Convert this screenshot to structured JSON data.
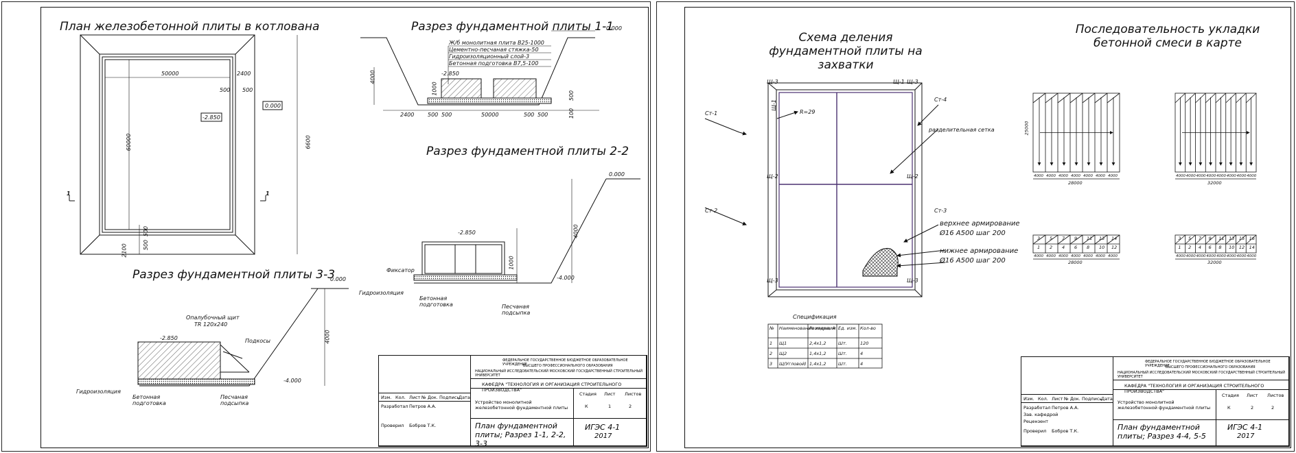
{
  "sheet1": {
    "plan_title": "План железобетонной плиты в котлована",
    "s11_title": "Разрез фундаментной плиты 1-1",
    "s22_title": "Разрез фундаментной плиты 2-2",
    "s33_title": "Разрез фундаментной плиты 3-3",
    "plan_dims": {
      "w": "50000",
      "h": "60000",
      "d2400": "2400",
      "d500a": "500",
      "d500b": "500",
      "d500c": "500",
      "d500d": "500",
      "d2100": "2100",
      "outer": "6600",
      "elev_in": "-2.850",
      "elev_out": "0.000",
      "cut": "1"
    },
    "s11_labels": {
      "elev_top": "0.000",
      "l1": "Ж/б монолитная плита B25-1000",
      "l2": "Цементно-песчаная стяжка-50",
      "l3": "Гидроизоляционный слой-3",
      "l4": "Бетонная подготовка B7,5-100",
      "elev": "-2.850",
      "d4000": "4000",
      "d2400": "2400",
      "d500": "500",
      "d500b": "500",
      "d50000": "50000",
      "d500c": "500",
      "d500d": "500",
      "d1000": "1000",
      "d500e": "500",
      "d100": "100"
    },
    "s22_labels": {
      "elev_top": "0.000",
      "elev": "-2.850",
      "elev_bot": "-4.000",
      "d4000": "4000",
      "d1000": "1000",
      "fix": "Фиксатор",
      "hydro": "Гидроизоляция",
      "concrete": "Бетонная подготовка",
      "sand": "Песчаная подсыпка"
    },
    "s33_labels": {
      "elev_top": "0.000",
      "formwork": "Опалубочный щит",
      "formwork2": "TR 120х240",
      "elev": "-2.850",
      "brace": "Подкосы",
      "elev_bot": "-4.000",
      "d4000": "4000",
      "hydro": "Гидроизоляция",
      "concrete": "Бетонная подготовка",
      "sand": "Песчаная подсыпка"
    },
    "stamp": {
      "org1": "ФЕДЕРАЛЬНОЕ ГОСУДАРСТВЕННОЕ БЮДЖЕТНОЕ ОБРАЗОВАТЕЛЬНОЕ УЧРЕЖДЕНИЕ",
      "org2": "ВЫСШЕГО ПРОФЕССИОНАЛЬНОГО ОБРАЗОВАНИЯ",
      "org3": "НАЦИОНАЛЬНЫЙ ИССЛЕДОВАТЕЛЬСКИЙ МОСКОВСКИЙ ГОСУДАРСТВЕННЫЙ СТРОИТЕЛЬНЫЙ УНИВЕРСИТЕТ",
      "dept": "КАФЕДРА \"ТЕХНОЛОГИЯ И ОРГАНИЗАЦИЯ СТРОИТЕЛЬНОГО ПРОИЗВОДСТВА\"",
      "work": "Устройство монолитной железобетонной фундаментной плиты",
      "sheet_title": "План фундаментной плиты; Разрез 1-1, 2-2, 3-3",
      "code": "ИГЭС 4-1",
      "year": "2017",
      "h_stage": "Стадия",
      "h_sheet": "Лист",
      "h_sheets": "Листов",
      "stage": "К",
      "sheet": "1",
      "sheets": "2",
      "c1": "Изм.",
      "c2": "Кол.",
      "c3": "Лист",
      "c4": "№ Док.",
      "c5": "Подпись",
      "c6": "Дата",
      "dev": "Разработал",
      "dev_name": "Петров А.А.",
      "check": "Проверил",
      "check_name": "Бобров Т.К."
    }
  },
  "sheet2": {
    "scheme_title": "Схема деления фундаментной плиты на захватки",
    "seq_title": "Последовательность укладки бетонной смеси в карте",
    "labels": {
      "sh3_tl": "Щ-3",
      "sh1_tr": "Щ-1",
      "sh3_tr": "Щ-3",
      "sh2_l": "Щ-2",
      "sh2_r": "Щ-2",
      "sh3_bl": "Щ-3",
      "sh3_br": "Щ-3",
      "sh1_lv": "Щ-1",
      "st1": "Ст-1",
      "st2": "Ст-2",
      "st3": "Ст-3",
      "st4": "Ст-4",
      "r29": "R=29",
      "mesh": "разделительная сетка",
      "top_rebar": "верхнее армирование",
      "top_rebar_spec": "Ø16 A500 шаг 200",
      "bot_rebar": "нижнее армирование",
      "bot_rebar_spec": "Ø16 A500 шаг 200"
    },
    "spec_title": "Спецификация",
    "spec_headers": [
      "№",
      "Наименование изделий",
      "Размеры, м",
      "Ед. изм.",
      "Кол-во"
    ],
    "spec_rows": [
      [
        "1",
        "Щ1",
        "2,4х1,2",
        "Шт.",
        "120"
      ],
      [
        "2",
        "Щ2",
        "1,4х1,2",
        "Шт.",
        "4"
      ],
      [
        "3",
        "Щ(Угловой)",
        "1,4х1,2",
        "Шт.",
        "4"
      ]
    ],
    "seq": {
      "d25000": "25000",
      "d28000": "28000",
      "d32000": "32000",
      "d28000b": "28000",
      "d32000b": "32000",
      "bay": "4000",
      "row1_a": [
        "3",
        "5",
        "7",
        "9",
        "11",
        "13",
        "14"
      ],
      "row2_a": [
        "1",
        "2",
        "4",
        "6",
        "8",
        "10",
        "12"
      ],
      "row1_b": [
        "3",
        "5",
        "7",
        "9",
        "11",
        "13",
        "15",
        "16"
      ],
      "row2_b": [
        "1",
        "2",
        "4",
        "6",
        "8",
        "10",
        "12",
        "14"
      ]
    },
    "stamp": {
      "org1": "ФЕДЕРАЛЬНОЕ ГОСУДАРСТВЕННОЕ БЮДЖЕТНОЕ ОБРАЗОВАТЕЛЬНОЕ УЧРЕЖДЕНИЕ",
      "org2": "ВЫСШЕГО ПРОФЕССИОНАЛЬНОГО ОБРАЗОВАНИЯ",
      "org3": "НАЦИОНАЛЬНЫЙ ИССЛЕДОВАТЕЛЬСКИЙ МОСКОВСКИЙ ГОСУДАРСТВЕННЫЙ СТРОИТЕЛЬНЫЙ УНИВЕРСИТЕТ",
      "dept": "КАФЕДРА \"ТЕХНОЛОГИЯ И ОРГАНИЗАЦИЯ СТРОИТЕЛЬНОГО ПРОИЗВОДСТВА\"",
      "work": "Устройство монолитной железобетонной фундаментной плиты",
      "sheet_title": "План фундаментной плиты; Разрез 4-4, 5-5",
      "code": "ИГЭС 4-1",
      "year": "2017",
      "h_stage": "Стадия",
      "h_sheet": "Лист",
      "h_sheets": "Листов",
      "stage": "К",
      "sheet": "2",
      "sheets": "2",
      "c1": "Изм.",
      "c2": "Кол.",
      "c3": "Лист",
      "c4": "№ Док.",
      "c5": "Подпись",
      "c6": "Дата",
      "dev": "Разработал",
      "dev_name": "Петров А.А.",
      "ctl": "Зав. кафедрой",
      "rev": "Рецензент",
      "check": "Проверил",
      "check_name": "Бобров Т.К."
    }
  }
}
